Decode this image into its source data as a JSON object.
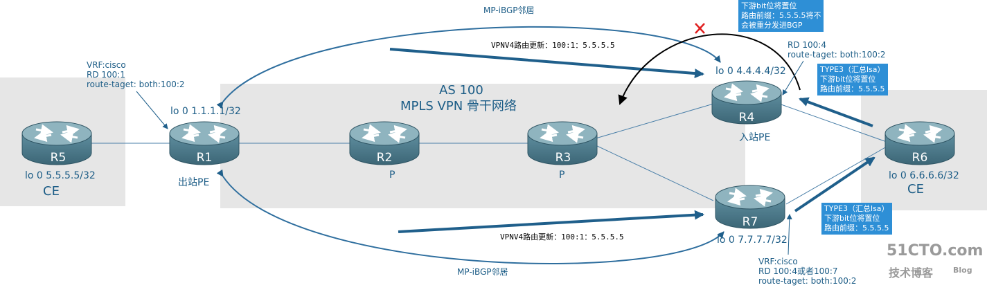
{
  "colors": {
    "zone": "#e6e6e6",
    "link": "#4a7fa8",
    "arrow": "#1f5f8b",
    "callout": "#2e8fd6",
    "router_body": "#4f7d8f",
    "router_top": "#8fb4bf",
    "cross": "#e02020"
  },
  "as": {
    "title": "AS 100",
    "subtitle": "MPLS VPN 骨干网络"
  },
  "routers": {
    "r1": {
      "name": "R1",
      "lo": "lo 0 1.1.1.1/32",
      "role": "出站PE"
    },
    "r2": {
      "name": "R2",
      "role": "P"
    },
    "r3": {
      "name": "R3",
      "role": "P"
    },
    "r4": {
      "name": "R4",
      "lo": "lo 0 4.4.4.4/32",
      "role": "入站PE"
    },
    "r5": {
      "name": "R5",
      "lo": "lo 0 5.5.5.5/32",
      "role": "CE"
    },
    "r6": {
      "name": "R6",
      "lo": "lo 0 6.6.6.6/32",
      "role": "CE"
    },
    "r7": {
      "name": "R7",
      "lo": "lo 0 7.7.7.7/32"
    }
  },
  "vrf_r1": [
    "VRF:cisco",
    "RD 100:1",
    "route-taget: both:100:2"
  ],
  "vrf_r4": [
    "RD 100:4",
    "route-taget: both:100:2"
  ],
  "vrf_r7": [
    "VRF:cisco",
    "RD 100:4或者100:7",
    "route-taget: both:100:2"
  ],
  "labels": {
    "mpibgp_top": "MP-iBGP邻居",
    "mpibgp_bottom": "MP-iBGP邻居",
    "vpnv4_top": "VPNV4路由更新：100:1：5.5.5.5",
    "vpnv4_bottom": "VPNV4路由更新：100:1：5.5.5.5"
  },
  "callouts": {
    "top": [
      "下游bit位将置位",
      "路由前缀：5.5.5.5将不",
      "会被重分发进BGP"
    ],
    "r4": [
      "TYPE3（汇总lsa）",
      "下游bit位将置位",
      "路由前缀：5.5.5.5"
    ],
    "r7": [
      "TYPE3（汇总lsa）",
      "下游bit位将置位",
      "路由前缀：5.5.5.5"
    ]
  },
  "watermark": {
    "site": "51CTO.com",
    "sub": "技术博客",
    "blog": "Blog"
  }
}
